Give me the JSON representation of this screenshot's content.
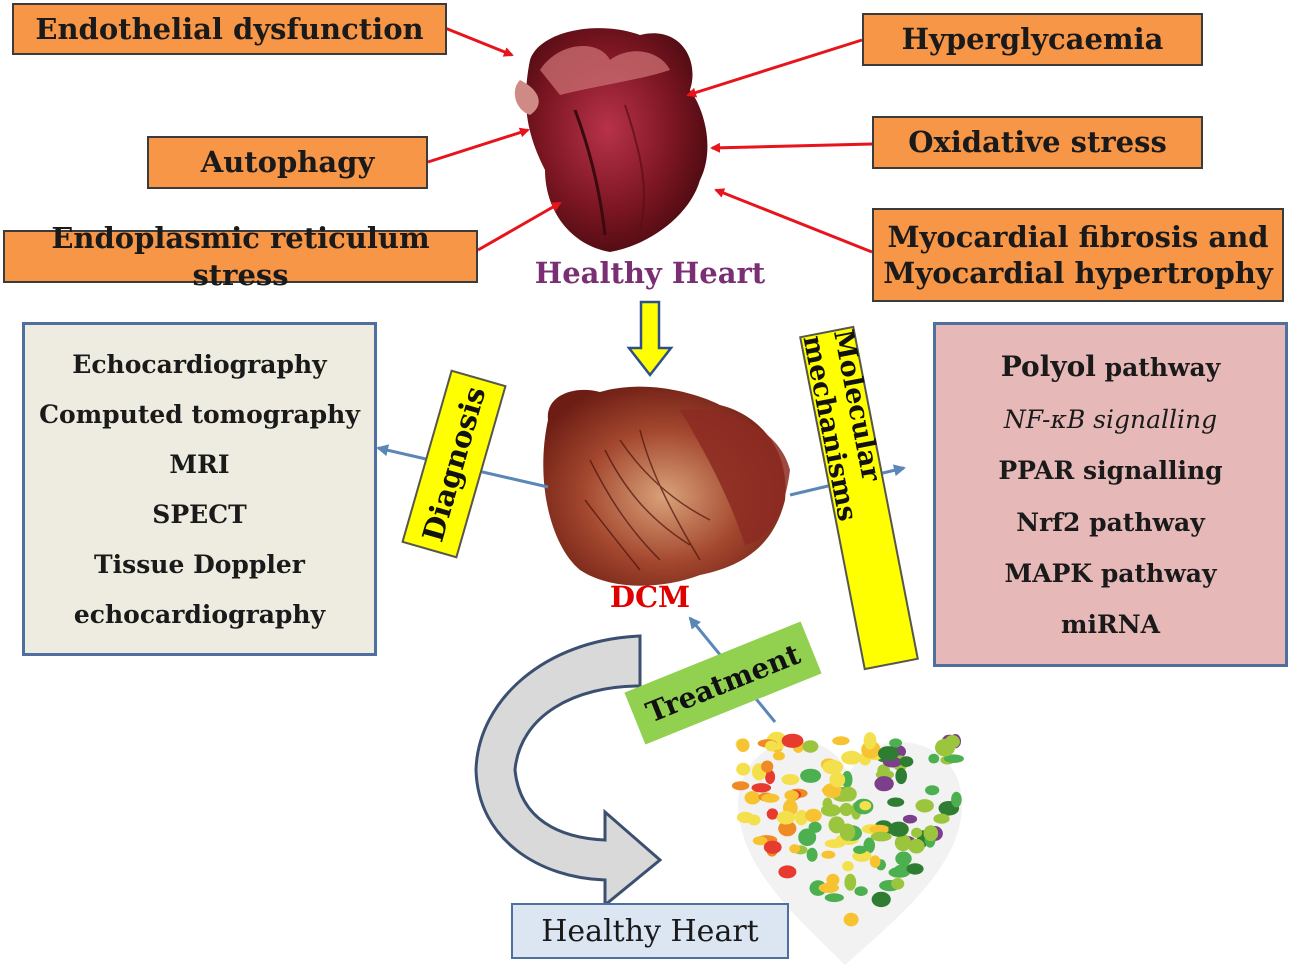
{
  "causes_left": [
    "Endothelial dysfunction",
    "Autophagy",
    "Endoplasmic reticulum stress"
  ],
  "causes_right": [
    "Hyperglycaemia",
    "Oxidative stress",
    "Myocardial fibrosis and Myocardial hypertrophy"
  ],
  "causes_right_lines": [
    "Myocardial fibrosis and",
    "Myocardial hypertrophy"
  ],
  "healthy_heart_label": "Healthy Heart",
  "dcm_label": "DCM",
  "diagnosis_label": "Diagnosis",
  "molecular_label": "Molecular mechanisms",
  "treatment_label": "Treatment",
  "diagnosis_items": [
    "Echocardiography",
    "Computed tomography",
    "MRI",
    "SPECT",
    "Tissue Doppler",
    "echocardiography"
  ],
  "molecular_items": [
    {
      "lead": "Polyol",
      "rest": " pathway"
    },
    {
      "lead": "",
      "rest": "NF-κB signalling"
    },
    {
      "lead": "",
      "rest": "PPAR signalling"
    },
    {
      "lead": "",
      "rest": "Nrf2 pathway"
    },
    {
      "lead": "",
      "rest": "MAPK pathway"
    },
    {
      "lead": "",
      "rest": "miRNA"
    }
  ],
  "outcome_label": "Healthy Heart",
  "colors": {
    "cause_box": "#f79646",
    "arrow_red": "#e8141b",
    "arrow_blue": "#5b86b8",
    "yellow_tag": "#ffff00",
    "green_tag": "#92d050",
    "diagnosis_panel": "#eeece1",
    "molecular_panel": "#e6b9b8",
    "outcome_box": "#dce6f2",
    "healthy_label": "#7a2e73",
    "dcm_label": "#e00000"
  },
  "icons": [
    "healthy-heart-image",
    "dcm-heart-image",
    "fruit-vegetable-heart-image",
    "curved-arrow-icon",
    "down-arrow-icon"
  ]
}
